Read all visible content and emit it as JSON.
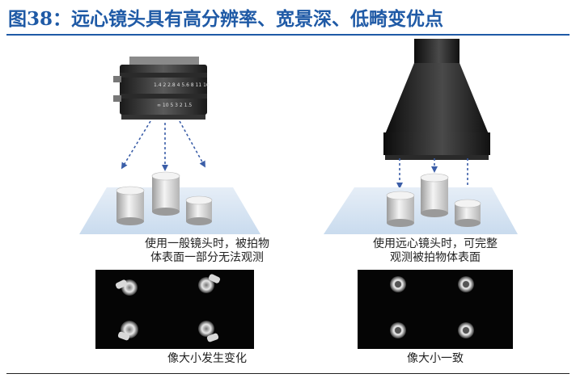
{
  "figure": {
    "title": "图38：远心镜头具有高分辨率、宽景深、低畸变优点"
  },
  "left_panel": {
    "caption_line1": "使用一般镜头时，被拍物",
    "caption_line2": "体表面一部分无法观测",
    "result_caption": "像大小发生变化"
  },
  "right_panel": {
    "caption_line1": "使用远心镜头时，可完整",
    "caption_line2": "观测被拍物体表面",
    "result_caption": "像大小一致"
  },
  "lens_markings": {
    "row1": "1.4  2  2.8  4  5.6  8  11  16",
    "row2": "∞  10  5  3  2  1.5"
  },
  "colors": {
    "title": "#1f5aa6",
    "arrow": "#3b5ea8",
    "plane": "#cfe0f0"
  }
}
